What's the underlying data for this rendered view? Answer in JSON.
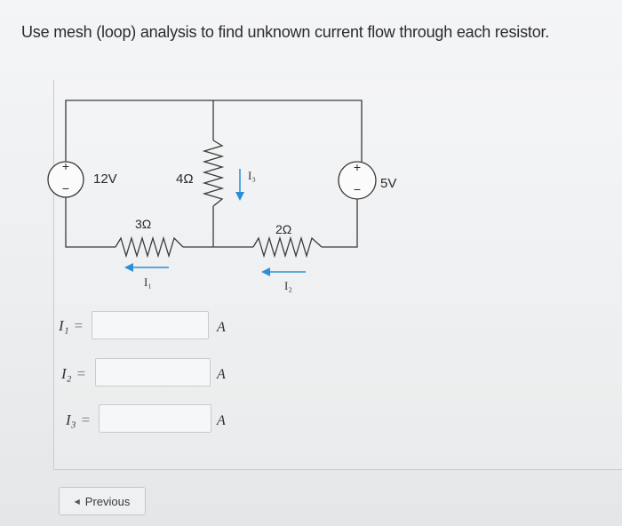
{
  "question": "Use mesh (loop) analysis to find unknown current flow through each resistor.",
  "circuit": {
    "source_left": "12V",
    "source_right": "5V",
    "plus": "+",
    "minus": "−",
    "r_vertical": "4Ω",
    "r_left": "3Ω",
    "r_right": "2Ω",
    "i1": "I₁",
    "i2": "I₂",
    "i3": "I₃"
  },
  "answers": [
    {
      "var": "I₁",
      "eq": "=",
      "value": "",
      "unit": "A"
    },
    {
      "var": "I₂",
      "eq": "=",
      "value": "",
      "unit": "A"
    },
    {
      "var": "I₃",
      "eq": "=",
      "value": "",
      "unit": "A"
    }
  ],
  "nav": {
    "previous_label": "Previous"
  },
  "colors": {
    "arrow_blue": "#2a8fd6",
    "input_border": "#c8cacc"
  }
}
